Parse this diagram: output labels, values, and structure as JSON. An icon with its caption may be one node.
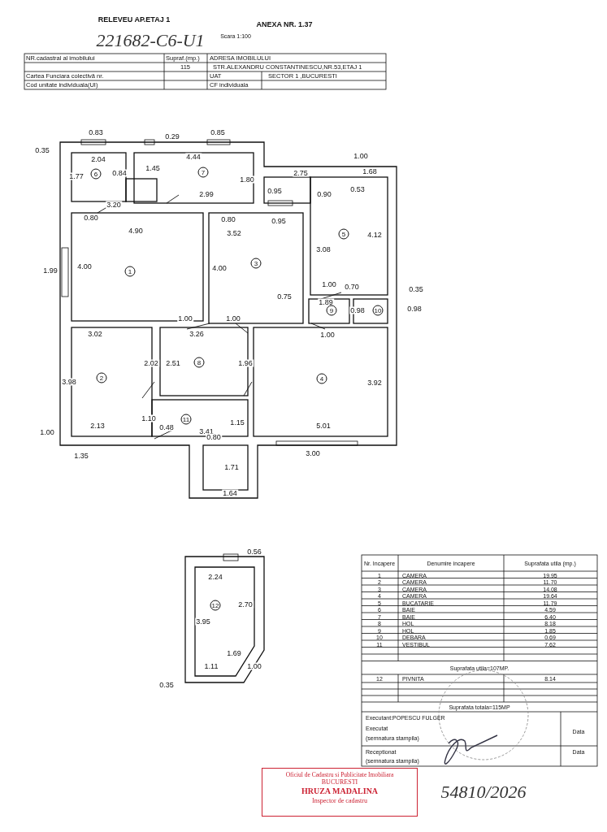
{
  "diagram": {
    "title": "RELEVEU AP.ETAJ 1",
    "nodes": [
      {
        "text": [
          "Oficiul de Cadastru si Publicitate Imobiliara",
          "BUCURESTI",
          "HRUZA MADALINA",
          "Inspector de cadastru"
        ]
      }
    ],
    "edges": [],
    "labels": [
      "ANEXA NR. 1.37",
      "Scara 1:100",
      "221682-C6-U1",
      "NR.cadastral al imobilului",
      "Supraf.(mp.)",
      "ADRESA IMOBILULUI",
      "115",
      "STR.ALEXANDRU CONSTANTINESCU,NR.53,ETAJ 1",
      "Cartea Funciara colectivă nr.",
      "UAT",
      "SECTOR 1 ,BUCURESTI",
      "Cod unitate individuala(UI)",
      "CF individuala",
      "0.83",
      "0.29",
      "0.85",
      "0.35",
      "2.04",
      "4.44",
      "1.00",
      "1.45",
      "1.77",
      "6",
      "0.84",
      "7",
      "1.80",
      "2.75",
      "1.68",
      "0.95",
      "0.90",
      "0.53",
      "3.20",
      "2.99",
      "0.80",
      "0.80",
      "0.95",
      "4.90",
      "3.52",
      "5",
      "3.08",
      "4.12",
      "1.99",
      "4.00",
      "1",
      "4.00",
      "3",
      "1.00",
      "0.70",
      "0.35",
      "0.75",
      "1.89",
      "9",
      "0.98",
      "10",
      "0.98",
      "1.00",
      "1.00",
      "3.02",
      "3.26",
      "1.00",
      "2.02",
      "2.51",
      "8",
      "1.96",
      "2",
      "3.98",
      "4",
      "3.92",
      "1.10",
      "11",
      "1.15",
      "2.13",
      "0.48",
      "3.41",
      "5.01",
      "0.80",
      "1.00",
      "1.35",
      "3.00",
      "1.71",
      "1.64",
      "0.56",
      "2.24",
      "12",
      "2.70",
      "3.95",
      "1.69",
      "1.11",
      "1.00",
      "0.35",
      "Nr. Incapere",
      "Denumire incapere",
      "Suprafata utila (mp.)",
      "1",
      "CAMERA",
      "19.95",
      "2",
      "CAMERA",
      "11.70",
      "3",
      "CAMERA",
      "14.08",
      "4",
      "CAMERA",
      "19.64",
      "5",
      "BUCATARIE",
      "11.79",
      "6",
      "BAIE",
      "4.59",
      "7",
      "BAIE",
      "6.40",
      "8",
      "HOL",
      "8.18",
      "9",
      "HOL",
      "1.85",
      "10",
      "DEBARA",
      "0.69",
      "11",
      "VESTIBUL",
      "7.62",
      "Suprafata utila=107MP.",
      "12",
      "PIVNITA",
      "8.14",
      "Suprafata totala=115MP",
      "Executant:POPESCU FULGER",
      "Data",
      "Executat",
      "(semnatura stampila)",
      "Receptionat",
      "Data",
      "(semnatura stampila)",
      "54810/2026"
    ]
  }
}
